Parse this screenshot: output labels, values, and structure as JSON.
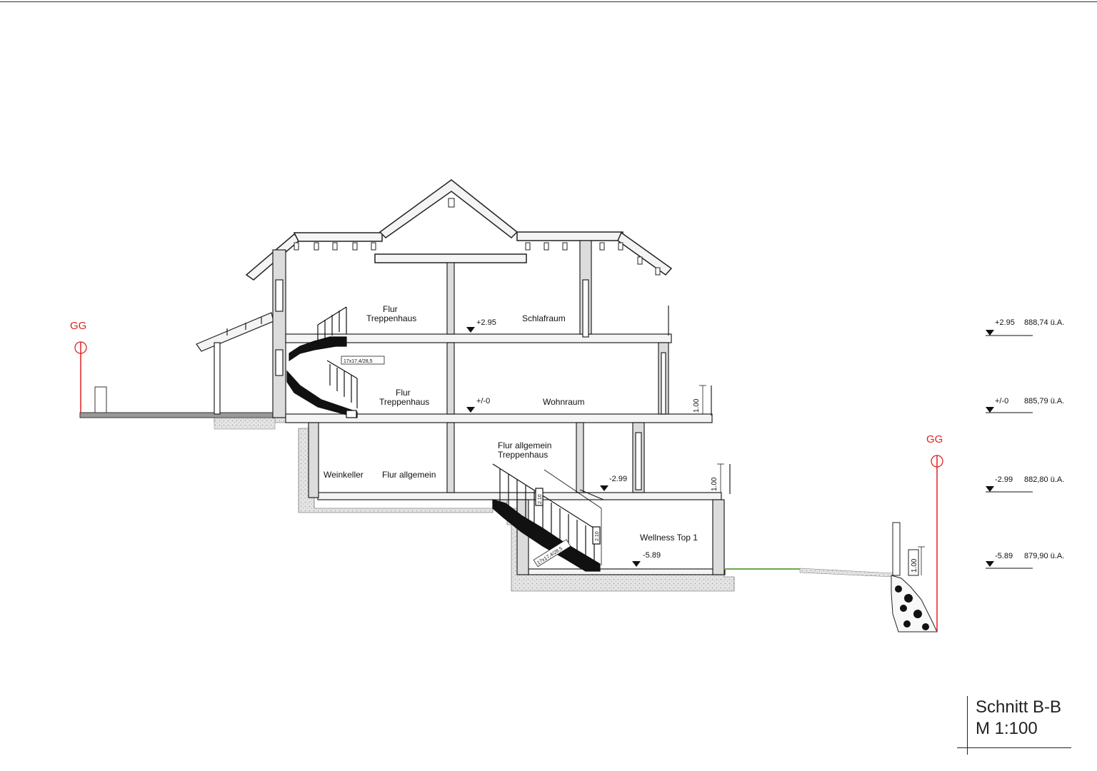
{
  "rooms": {
    "og_flur": "Flur",
    "og_treppenhaus": "Treppenhaus",
    "og_schlafraum": "Schlafraum",
    "eg_flur": "Flur",
    "eg_treppenhaus": "Treppenhaus",
    "eg_wohnraum": "Wohnraum",
    "ug_weinkeller": "Weinkeller",
    "ug_flur_allgemein": "Flur allgemein",
    "ug_flur_allgemein2": "Flur allgemein",
    "ug_treppenhaus": "Treppenhaus",
    "wellness": "Wellness Top 1"
  },
  "levels_in_section": {
    "og": "+2.95",
    "eg": "+/-0",
    "ug": "-2.99",
    "wellness": "-5.89"
  },
  "levels_legend": [
    {
      "rel": "+2.95",
      "abs": "888,74 ü.A."
    },
    {
      "rel": "+/-0",
      "abs": "885,79 ü.A."
    },
    {
      "rel": "-2.99",
      "abs": "882,80 ü.A."
    },
    {
      "rel": "-5.89",
      "abs": "879,90 ü.A."
    }
  ],
  "ground_markers": {
    "left": "GG",
    "right": "GG"
  },
  "stair_labels": {
    "upper": "17x17,4/28,5",
    "lower": "17x17,4/28,5"
  },
  "dimensions": {
    "railing_eg": "1.00",
    "railing_ug": "1.00",
    "railing_garden": "1.00",
    "height_a": "2.10",
    "height_b": "2.10"
  },
  "title": {
    "line1": "Schnitt B-B",
    "line2": "M 1:100"
  },
  "colors": {
    "line": "#222222",
    "wall_fill": "#dcdcdc",
    "ground_fill": "#e6e6e6",
    "ground_marker": "#e02020",
    "grass": "#6aa84f"
  }
}
